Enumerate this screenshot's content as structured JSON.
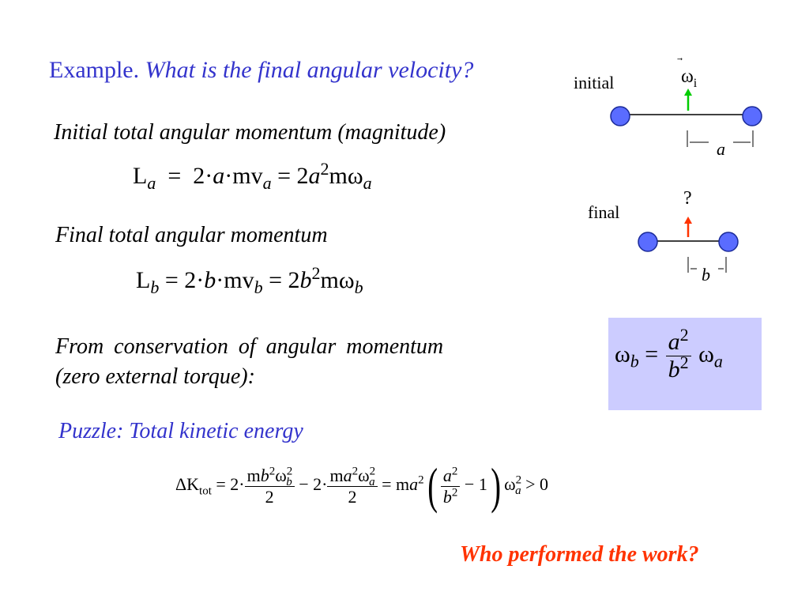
{
  "header": {
    "example_label": "Example.",
    "question": "What is the final angular velocity?"
  },
  "sections": {
    "initial_heading": "Initial total angular momentum (magnitude)",
    "final_heading": "Final total angular momentum",
    "conservation_line1": "From conservation of angular momentum",
    "conservation_line2": "(zero external torque):",
    "puzzle_heading": "Puzzle: Total kinetic energy",
    "question_work": "Who performed the work?"
  },
  "diagram": {
    "initial_label": "initial",
    "final_label": "final",
    "omega_label": "ω",
    "omega_sub": "i",
    "unknown": "?",
    "dist_a": "a",
    "dist_b": "b"
  },
  "colors": {
    "blue_text": "#3333cc",
    "red_text": "#ff3300",
    "ball_fill": "#5a6cff",
    "arrow_initial": "#00cc00",
    "arrow_final": "#ff3300",
    "result_box": "#ccccff"
  }
}
